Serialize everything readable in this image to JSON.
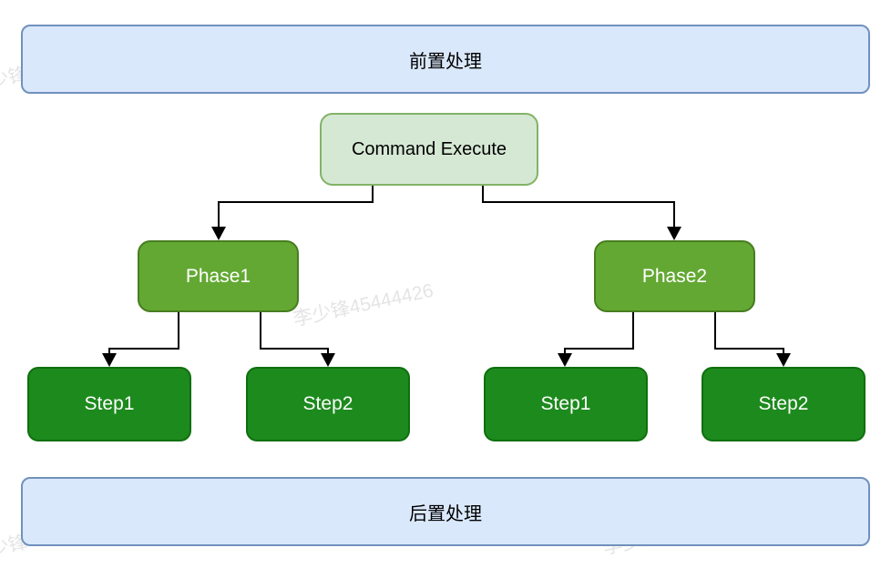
{
  "diagram": {
    "top_bar": {
      "label": "前置处理"
    },
    "bottom_bar": {
      "label": "后置处理"
    },
    "root": {
      "label": "Command Execute"
    },
    "phases": [
      {
        "label": "Phase1",
        "steps": [
          {
            "label": "Step1"
          },
          {
            "label": "Step2"
          }
        ]
      },
      {
        "label": "Phase2",
        "steps": [
          {
            "label": "Step1"
          },
          {
            "label": "Step2"
          }
        ]
      }
    ],
    "watermark": {
      "text": "李少锋45444426"
    },
    "colors": {
      "bar_fill": "#dae8fc",
      "bar_stroke": "#7191bd",
      "root_fill": "#d5e8d4",
      "root_stroke": "#82b366",
      "phase_fill": "#63a833",
      "phase_stroke": "#477d20",
      "step_fill": "#1d8a1d",
      "step_stroke": "#0e6f0e",
      "edge": "#000000",
      "text_dark": "#000000",
      "text_light": "#ffffff"
    }
  }
}
